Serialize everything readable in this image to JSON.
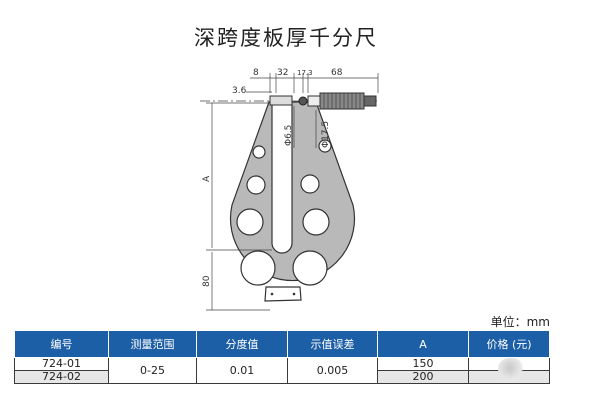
{
  "title": "深跨度板厚千分尺",
  "dimensions": {
    "d8": "8",
    "d32": "32",
    "d17_3": "17.3",
    "d68": "68",
    "d3_6": "3.6",
    "phi6_5": "Φ6.5",
    "phi17_5": "Φ17.5",
    "a_label": "A",
    "d80": "80"
  },
  "unit_note": "单位：mm",
  "table": {
    "headers": [
      "编号",
      "测量范围",
      "分度值",
      "示值误差",
      "A",
      "价格 (元)"
    ],
    "rows": [
      {
        "code": "724-01",
        "range": "0-25",
        "division": "0.01",
        "error": "0.005",
        "a": "150"
      },
      {
        "code": "724-02",
        "a": "200"
      }
    ]
  },
  "colors": {
    "header_bg": "#1d5fa6",
    "frame_fill": "#b9b9b9",
    "row_alt": "#e6e6e6"
  }
}
